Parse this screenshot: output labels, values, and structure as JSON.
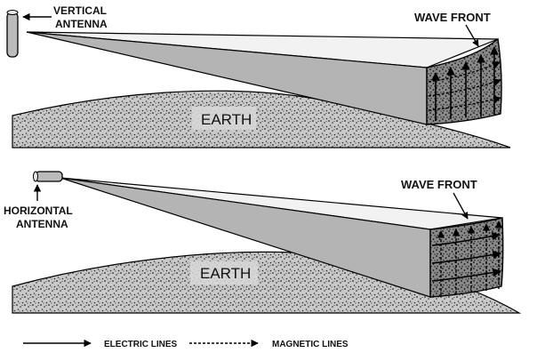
{
  "panels": [
    {
      "antenna_label_line1": "VERTICAL",
      "antenna_label_line2": "ANTENNA",
      "wavefront_label": "WAVE FRONT",
      "earth_label": "EARTH"
    },
    {
      "antenna_label_line1": "HORIZONTAL",
      "antenna_label_line2": "ANTENNA",
      "wavefront_label": "WAVE FRONT",
      "earth_label": "EARTH"
    }
  ],
  "legend": {
    "electric_label": "ELECTRIC LINES",
    "magnetic_label": "MAGNETIC LINES"
  }
}
